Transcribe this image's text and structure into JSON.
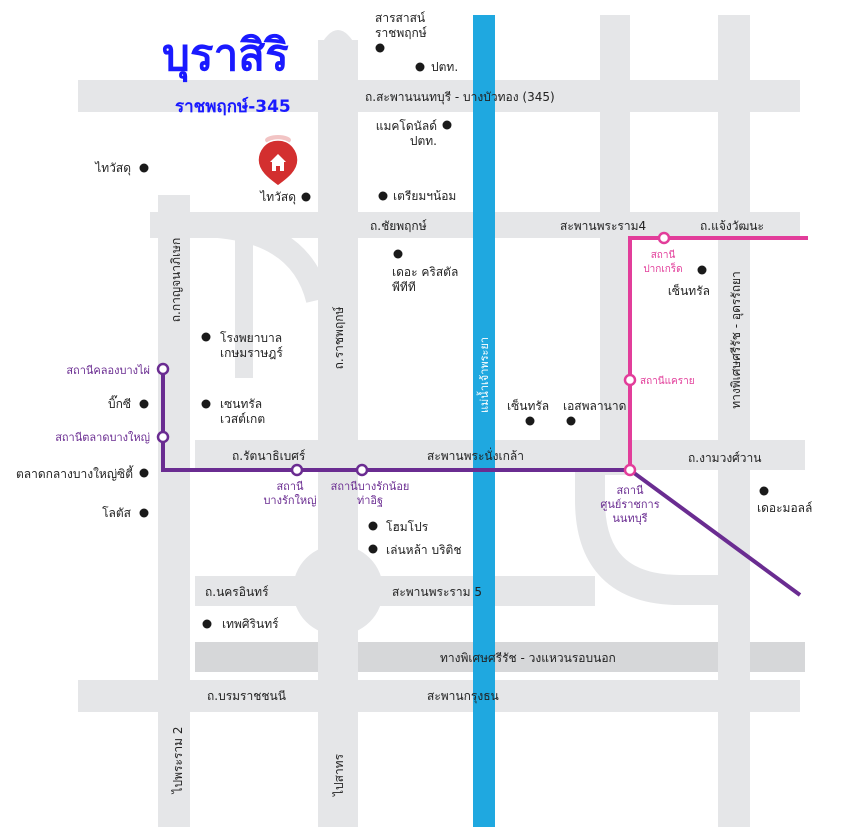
{
  "title": {
    "main": "บุราสิริ",
    "sub": "ราชพฤกษ์-345"
  },
  "colors": {
    "road": "#e5e6e8",
    "river": "#1fa8e0",
    "purple_line": "#6a2c91",
    "pink_line": "#e23d9a",
    "title": "#1a1aff",
    "marker": "#d32f2f"
  },
  "roads": {
    "top": "ถ.สะพานนนทบุรี - บางบัวทอง (345)",
    "chaiyaphruek": "ถ.ชัยพฤกษ์",
    "rama4_bridge": "สะพานพระราม4",
    "chaengwattana": "ถ.แจ้งวัฒนะ",
    "kanchanaphisek": "ถ.กาญจนาภิเษก",
    "ratchaphruek": "ถ.ราชพฤกษ์",
    "river": "แม่น้ำเจ้าพระยา",
    "expressway_right": "ทางพิเศษศรีรัช - อุดรรัถยา",
    "rattanathibet": "ถ.รัตนาธิเบศร์",
    "nangklao_bridge": "สะพานพระนั่งเกล้า",
    "ngamwongwan": "ถ.งามวงศ์วาน",
    "nakhon_in": "ถ.นครอินทร์",
    "rama5_bridge": "สะพานพระราม 5",
    "outer_ring": "ทางพิเศษศรีรัช - วงแหวนรอบนอก",
    "borommaratchachonnani": "ถ.บรมราชชนนี",
    "krungthon_bridge": "สะพานกรุงธน",
    "rama2_bottom": "ไปพระราม 2",
    "sathon_bottom": "ไปสาทร"
  },
  "pois": {
    "sarasas_1": "สารสาสน์",
    "sarasas_2": "ราชพฤกษ์",
    "ptt_top": "ปตท.",
    "mcd_1": "แมคโดนัลด์",
    "mcd_2": "ปตท.",
    "triam": "เตรียมฯน้อม",
    "crystal_1": "เดอะ คริสตัล",
    "crystal_2": "พีทีที",
    "central_right": "เซ็นทรัล",
    "thaiwatsadu_left": "ไทวัสดุ",
    "thaiwatsadu_project": "ไทวัสดุ",
    "hospital_1": "โรงพยาบาล",
    "hospital_2": "เกษมราษฎร์",
    "bigc": "บิ๊กซี",
    "westgate_1": "เซนทรัล",
    "westgate_2": "เวสต์เกต",
    "central_mid": "เซ็นทรัล",
    "esplanade": "เอสพลานาด",
    "lotus": "โลตัส",
    "homepro": "โฮมโปร",
    "lenla": "เล่นหล้า บริติช",
    "themall": "เดอะมอลล์",
    "theppharin": "เทพศิรินทร์",
    "market_city": "ตลาดกลางบางใหญ่ซิตี้"
  },
  "stations": {
    "khlong_bang_phai": "สถานีคลองบางไผ่",
    "talad_bang_yai": "สถานีตลาดบางใหญ่",
    "bang_rak_yai_1": "สถานี",
    "bang_rak_yai_2": "บางรักใหญ่",
    "bang_rak_noi_1": "สถานีบางรักน้อย",
    "bang_rak_noi_2": "ท่าอิฐ",
    "nonthaburi_civic_1": "สถานี",
    "nonthaburi_civic_2": "ศูนย์ราชการ",
    "nonthaburi_civic_3": "นนทบุรี",
    "khae_rai": "สถานีแคราย",
    "pak_kret_1": "สถานี",
    "pak_kret_2": "ปากเกร็ด"
  }
}
